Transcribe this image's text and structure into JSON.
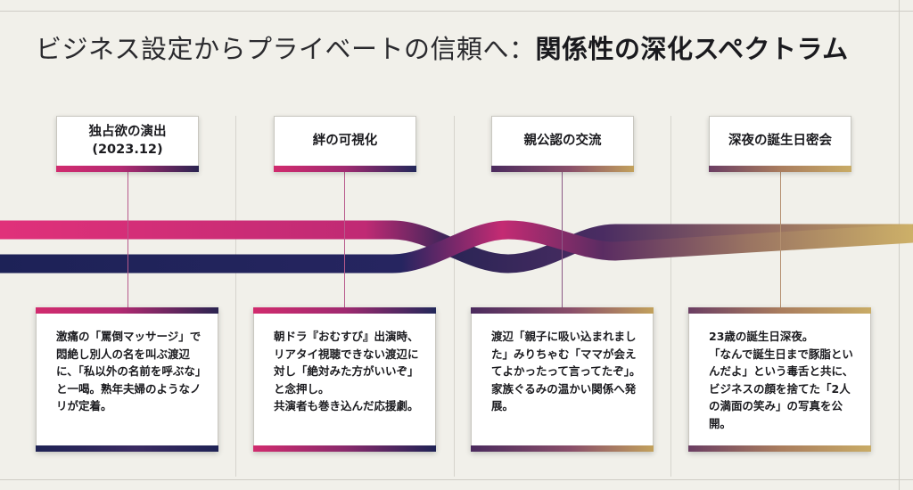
{
  "header": {
    "title_light": "ビジネス設定からプライベートの信頼へ：",
    "title_bold": "関係性の深化スペクトラム"
  },
  "colors": {
    "background": "#f1f0ea",
    "magenta": "#d12b6e",
    "navy": "#1f2355",
    "purple": "#4b2b5e",
    "gold": "#c9ac66"
  },
  "phases": [
    {
      "heading": "独占欲の演出\n(2023.12)",
      "body": "激痛の「罵倒マッサージ」で悶絶し別人の名を叫ぶ渡辺に、「私以外の名前を呼ぶな」と一喝。熟年夫婦のようなノリが定着。"
    },
    {
      "heading": "絆の可視化",
      "body": "朝ドラ『おむすび』出演時、リアタイ視聴できない渡辺に対し「絶対みた方がいいぞ」と念押し。\n共演者も巻き込んだ応援劇。"
    },
    {
      "heading": "親公認の交流",
      "body": "渡辺「親子に吸い込まれました」みりちゃむ「ママが会えてよかったって言ってたぞ」。家族ぐるみの温かい関係へ発展。"
    },
    {
      "heading": "深夜の誕生日密会",
      "body": "23歳の誕生日深夜。\n「なんで誕生日まで豚脂といんだよ」という毒舌と共に、ビジネスの顔を捨てた「2人の満面の笑み」の写真を公開。"
    }
  ]
}
